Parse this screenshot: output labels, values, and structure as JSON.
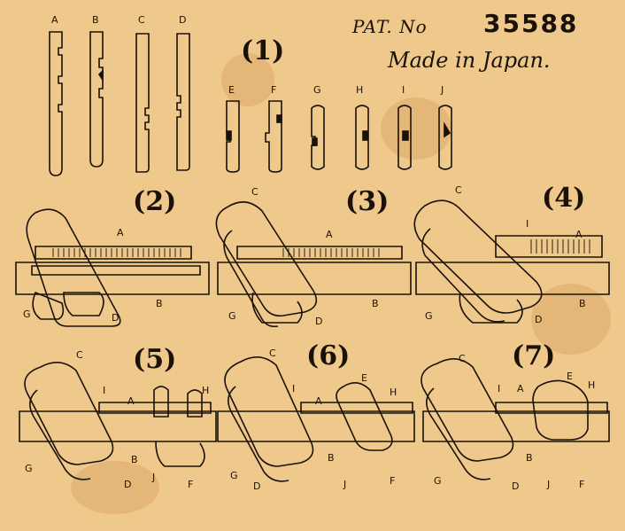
{
  "header": {
    "patent_label": "PAT. No",
    "patent_number": "35588",
    "made_in": "Made in Japan."
  },
  "figure1": {
    "number": "(1)",
    "pieces": [
      "A",
      "B",
      "C",
      "D",
      "E",
      "F",
      "G",
      "H",
      "I",
      "J"
    ]
  },
  "steps": [
    {
      "number": "(2)",
      "labels": [
        "A",
        "G",
        "D",
        "B"
      ]
    },
    {
      "number": "(3)",
      "labels": [
        "C",
        "A",
        "G",
        "D",
        "B"
      ]
    },
    {
      "number": "(4)",
      "labels": [
        "C",
        "I",
        "A",
        "G",
        "D",
        "B"
      ]
    },
    {
      "number": "(5)",
      "labels": [
        "C",
        "I",
        "A",
        "H",
        "G",
        "B",
        "J",
        "F",
        "D"
      ]
    },
    {
      "number": "(6)",
      "labels": [
        "C",
        "I",
        "E",
        "A",
        "H",
        "G",
        "D",
        "B",
        "J",
        "F"
      ]
    },
    {
      "number": "(7)",
      "labels": [
        "C",
        "E",
        "I",
        "A",
        "H",
        "G",
        "B",
        "D",
        "J",
        "F"
      ]
    }
  ],
  "paper_color": "#efc88c",
  "ink_color": "#1a120a"
}
